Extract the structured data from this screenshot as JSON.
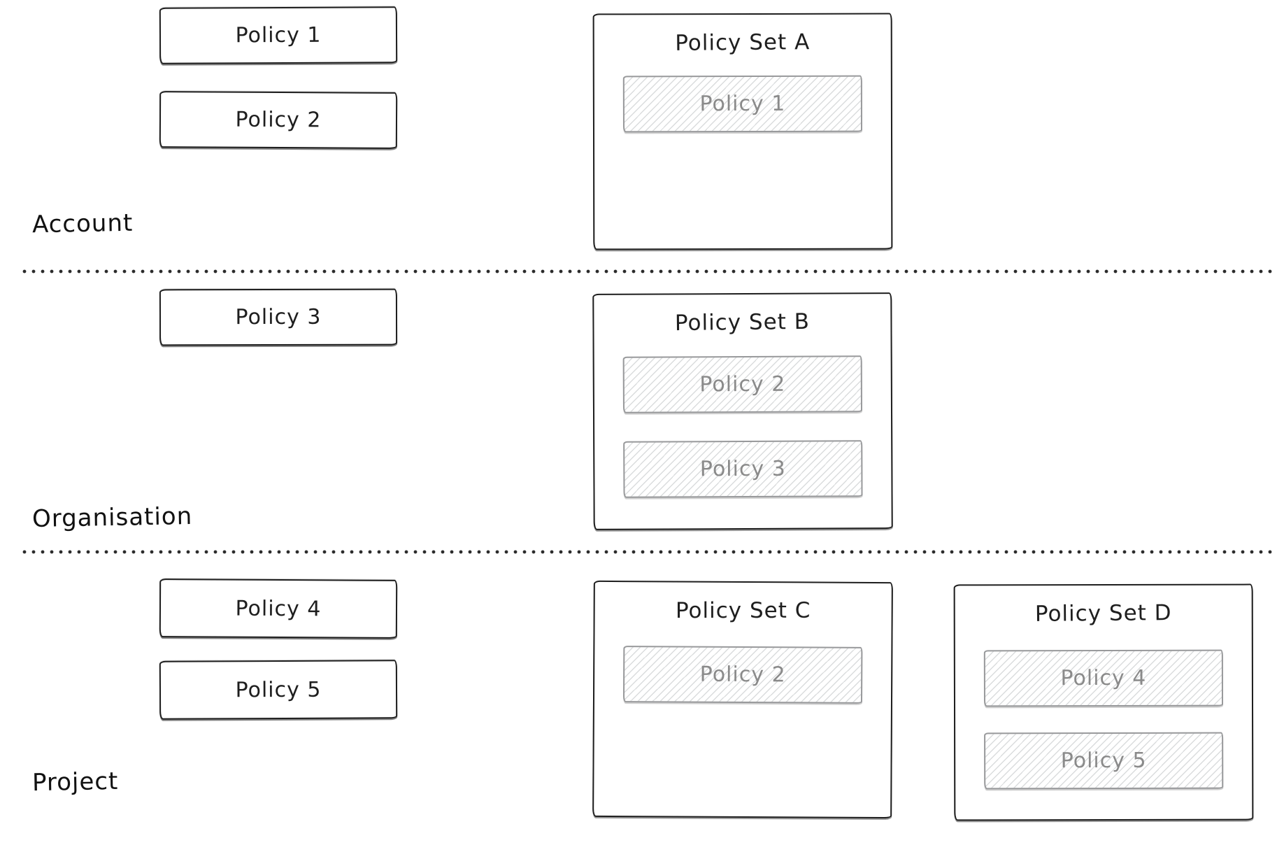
{
  "diagram": {
    "description": "Hand-drawn diagram of policies and policy sets across scopes",
    "colors": {
      "background": "#ffffff",
      "stroke": "#1e1e1e",
      "hatch_stroke": "#98999b",
      "hatch_line": "#dadcdd",
      "hatch_text": "#8a8a8a"
    },
    "sections": [
      {
        "label": "Account",
        "policies": [
          "Policy 1",
          "Policy 2"
        ],
        "policy_sets": [
          {
            "title": "Policy Set A",
            "attached": [
              "Policy 1"
            ]
          }
        ]
      },
      {
        "label": "Organisation",
        "policies": [
          "Policy 3"
        ],
        "policy_sets": [
          {
            "title": "Policy Set B",
            "attached": [
              "Policy 2",
              "Policy 3"
            ]
          }
        ]
      },
      {
        "label": "Project",
        "policies": [
          "Policy 4",
          "Policy 5"
        ],
        "policy_sets": [
          {
            "title": "Policy Set C",
            "attached": [
              "Policy 2"
            ]
          },
          {
            "title": "Policy Set D",
            "attached": [
              "Policy 4",
              "Policy 5"
            ]
          }
        ]
      }
    ]
  }
}
